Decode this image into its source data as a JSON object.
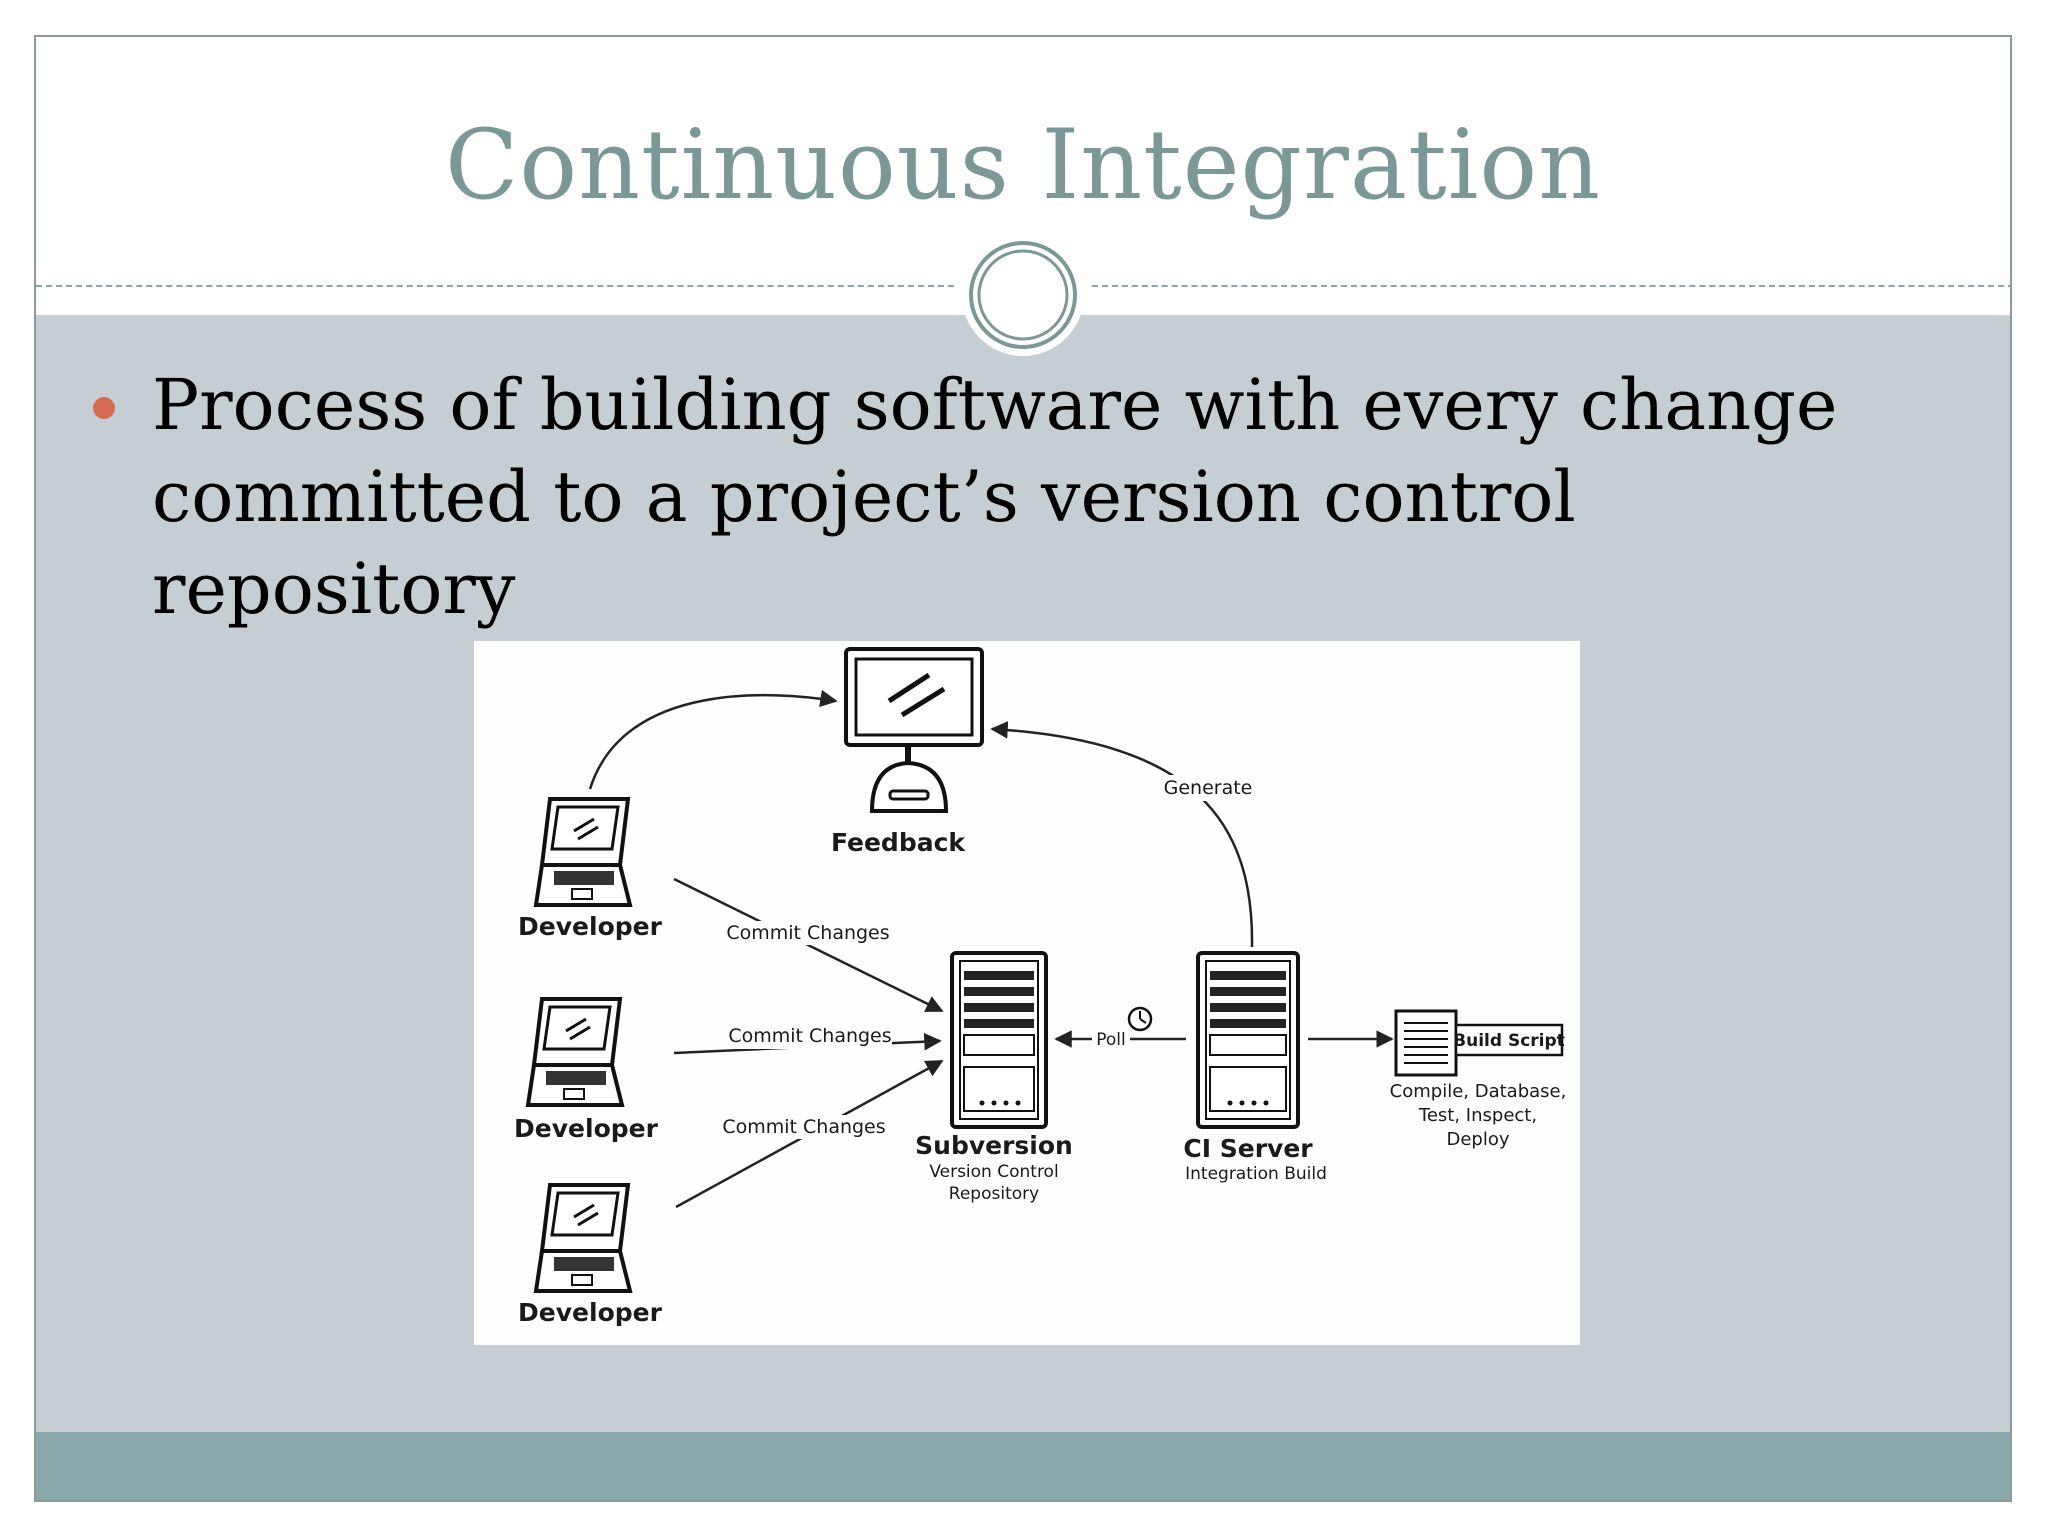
{
  "slide": {
    "title": "Continuous Integration",
    "bullet": "Process of building software with every change committed to a project’s version control repository"
  },
  "diagram": {
    "feedback": "Feedback",
    "developers": [
      "Developer",
      "Developer",
      "Developer"
    ],
    "commit_label": "Commit Changes",
    "subversion_title": "Subversion",
    "subversion_sub1": "Version Control",
    "subversion_sub2": "Repository",
    "poll": "Poll",
    "generate": "Generate",
    "ci_title": "CI Server",
    "ci_sub": "Integration Build",
    "build_script": "Build Script",
    "build_steps": [
      "Compile, Database,",
      "Test, Inspect,",
      "Deploy"
    ]
  },
  "colors": {
    "title": "#7a9896",
    "content_bg": "#c4ced3",
    "footer_band": "#8ba9aa",
    "bullet_dot": "#d36c52",
    "ring": "#7a9896"
  }
}
